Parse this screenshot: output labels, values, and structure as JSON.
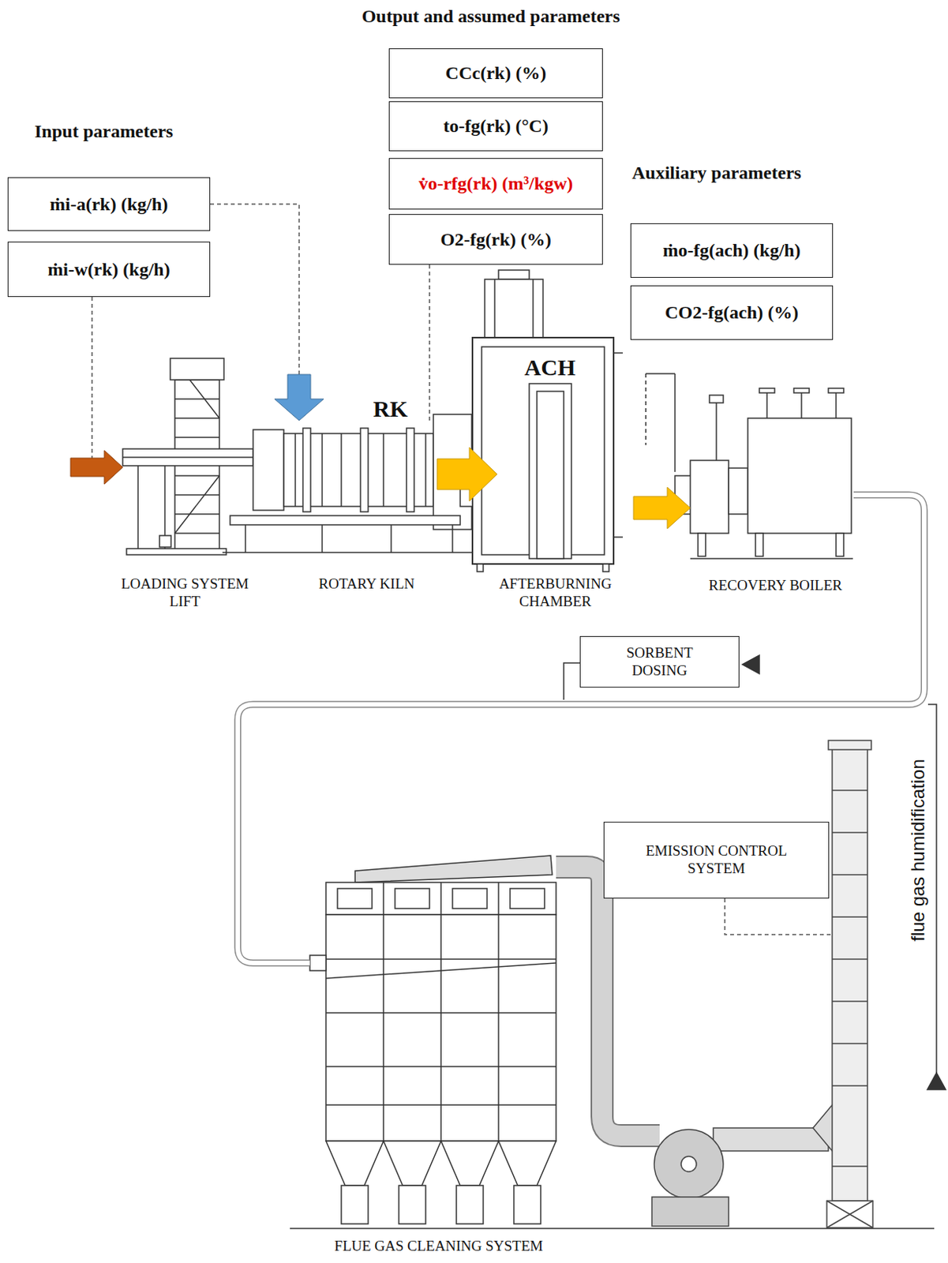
{
  "diagram": {
    "nodes": [
      {
        "text": [
          "CCc(rk) (%)"
        ]
      },
      {
        "text": [
          "to-fg(rk) (°C)"
        ]
      },
      {
        "text": [
          "v̇o-rfg(rk) (m³/kgw)"
        ]
      },
      {
        "text": [
          "O2-fg(rk) (%)"
        ]
      },
      {
        "text": [
          "ṁi-a(rk) (kg/h)"
        ]
      },
      {
        "text": [
          "ṁi-w(rk) (kg/h)"
        ]
      },
      {
        "text": [
          "ṁo-fg(ach) (kg/h)"
        ]
      },
      {
        "text": [
          "CO2-fg(ach) (%)"
        ]
      },
      {
        "text": [
          "LOADING SYSTEM LIFT"
        ]
      },
      {
        "text": [
          "RK",
          "ROTARY KILN"
        ]
      },
      {
        "text": [
          "ACH",
          "AFTERBURNING CHAMBER"
        ]
      },
      {
        "text": [
          "RECOVERY BOILER"
        ]
      },
      {
        "text": [
          "SORBENT DOSING"
        ]
      },
      {
        "text": [
          "EMISSION CONTROL SYSTEM"
        ]
      },
      {
        "text": [
          "FLUE GAS CLEANING SYSTEM"
        ]
      }
    ],
    "edges": [
      {
        "from": 4,
        "to": 9,
        "arrow": "to"
      },
      {
        "from": 5,
        "to": 8,
        "arrow": "to"
      },
      {
        "from": 3,
        "to": 9,
        "arrow": "none"
      },
      {
        "from": 9,
        "to": 10,
        "arrow": "to"
      },
      {
        "from": 10,
        "to": 11,
        "arrow": "to"
      },
      {
        "from": 11,
        "to": 14,
        "arrow": "none"
      }
    ],
    "labels": [
      "Output and assumed parameters",
      "Input parameters",
      "Auxiliary parameters",
      "flue gas humidification"
    ]
  }
}
